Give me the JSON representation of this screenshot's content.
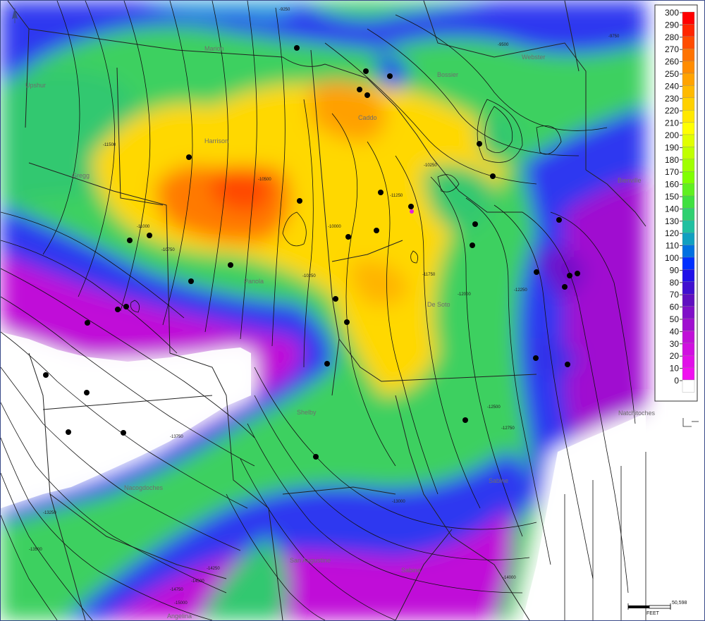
{
  "map": {
    "counties": [
      {
        "id": "marion",
        "name": "Marion"
      },
      {
        "id": "upshur",
        "name": "Upshur"
      },
      {
        "id": "harrison",
        "name": "Harrison"
      },
      {
        "id": "gregg",
        "name": "Gregg"
      },
      {
        "id": "panola",
        "name": "Panola"
      },
      {
        "id": "caddo",
        "name": "Caddo"
      },
      {
        "id": "bossier",
        "name": "Bossier"
      },
      {
        "id": "webster",
        "name": "Webster"
      },
      {
        "id": "bienville",
        "name": "Bienville"
      },
      {
        "id": "desoto",
        "name": "De Soto"
      },
      {
        "id": "shelby",
        "name": "Shelby"
      },
      {
        "id": "nacogdoches",
        "name": "Nacogdoches"
      },
      {
        "id": "natchitoches",
        "name": "Natchitoches"
      },
      {
        "id": "sabine_la",
        "name": "Sabine"
      },
      {
        "id": "sanaugustine",
        "name": "San Augustine"
      },
      {
        "id": "sabine_tx",
        "name": "Sabine"
      },
      {
        "id": "angelina",
        "name": "Angelina"
      }
    ],
    "contour_labels": [
      "-11500",
      "-11000",
      "-10750",
      "-10500",
      "-10250",
      "-10000",
      "-11250",
      "-11750",
      "-12000",
      "-12250",
      "-12500",
      "-12750",
      "-13000",
      "-13250",
      "-13500",
      "-13750",
      "-14000",
      "-14250",
      "-14500",
      "-14750",
      "-15000",
      "-10250",
      "-9250",
      "-9500",
      "-9750"
    ],
    "wells_count": 41
  },
  "legend": {
    "labels": [
      "300",
      "290",
      "280",
      "270",
      "260",
      "250",
      "240",
      "230",
      "220",
      "210",
      "200",
      "190",
      "180",
      "170",
      "160",
      "150",
      "140",
      "130",
      "120",
      "110",
      "100",
      "90",
      "80",
      "70",
      "60",
      "50",
      "40",
      "30",
      "20",
      "10",
      "0"
    ],
    "colors": [
      "#ff0000",
      "#ff2600",
      "#ff4c00",
      "#ff7300",
      "#ff8c00",
      "#ffa300",
      "#ffba00",
      "#ffd100",
      "#ffe800",
      "#ffff00",
      "#e0ff00",
      "#c0ff00",
      "#a0ff00",
      "#80ff00",
      "#60f020",
      "#40e040",
      "#30d070",
      "#20c0a0",
      "#10a0c0",
      "#0070e0",
      "#0030ff",
      "#2010e8",
      "#4010d0",
      "#6010c0",
      "#8010c8",
      "#a010d0",
      "#c010d8",
      "#d010e0",
      "#e010e8",
      "#f010f0",
      "#ffffff"
    ]
  },
  "scale_bar": {
    "value_label": "50,598",
    "unit_label": "FEET"
  }
}
